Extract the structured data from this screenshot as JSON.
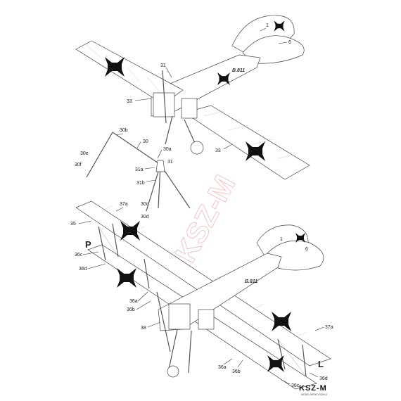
{
  "labels": {
    "l1": "1",
    "l6": "6",
    "l31": "31",
    "l33a": "33",
    "l33b": "33",
    "l30b": "30b",
    "l30": "30",
    "l30e": "30e",
    "l30a": "30a",
    "l30f": "30f",
    "l31a": "31a",
    "l31b": "31b",
    "l31c": "31",
    "l30c": "30c",
    "l30d": "30d",
    "l37a1": "37a",
    "l35": "35",
    "l36c1": "36c",
    "l36d1": "36d",
    "l36a1": "36a",
    "l36b1": "36b",
    "l38": "38",
    "l36a2": "36a",
    "l36b2": "36b",
    "l37a2": "37a",
    "l36d2": "36d",
    "l36c2": "36c",
    "l1b": "1",
    "l6b": "6"
  },
  "side_marks": {
    "left": "P",
    "right": "L"
  },
  "registration": {
    "top": "B.811",
    "bottom": "B.811"
  },
  "watermark": "KSZ-M",
  "logo": {
    "name": "KSZ-M",
    "sub": "MODELARSKO SZKŁO"
  },
  "colors": {
    "cross": "#111111",
    "outline": "#444444",
    "watermark": "#f2b8b8"
  }
}
